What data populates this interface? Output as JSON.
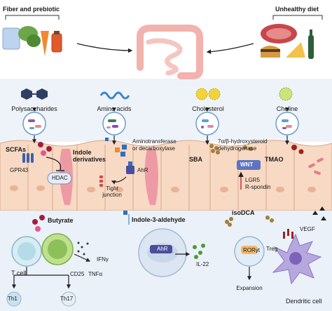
{
  "diet": {
    "fiber_title": "Fiber and prebiotic",
    "unhealthy_title": "Unhealthy diet"
  },
  "sources": {
    "polysaccharides": "Polysaccharides",
    "amino_acids": "Amino acids",
    "cholesterol": "Cholesterol",
    "choline": "Choline"
  },
  "enzymes": {
    "aminotransferase": "Aminotransferase",
    "decarboxylase": "or decarboxylase",
    "hsd_line1": "7α/β-hydroxysteroid",
    "hsd_line2": "dehydrogenase"
  },
  "metabolites": {
    "scfas": "SCFAs",
    "indole_line1": "Indole",
    "indole_line2": "derivatives",
    "sba": "SBA",
    "tmao": "TMAO"
  },
  "epithelium": {
    "gpr43": "GPR43",
    "hdac": "HDAC",
    "ahr": "AhR",
    "tight_line1": "Tight",
    "tight_line2": "junction",
    "wnt": "WNT",
    "lgr5": "LGR5",
    "rspondin": "R-spondin"
  },
  "immune": {
    "butyrate": "Butyrate",
    "t_cell": "T cell",
    "cd25": "CD25",
    "ifng": "IFNγ",
    "tnfa": "TNFα",
    "th1": "Th1",
    "th17": "Th17",
    "indole_aldehyde": "Indole-3-aldehyde",
    "ahr_nucleus": "AhR",
    "il22": "IL-22",
    "isodca": "isoDCA",
    "rorgt": "RORγt",
    "treg": "Treg",
    "expansion": "Expansion",
    "vegf": "VEGF",
    "dendritic": "Dendritic cell"
  },
  "colors": {
    "lumen_bg": "#eef3f9",
    "epithelium": "#f7d9c4",
    "lamina": "#eaf1f8",
    "intestine": "#f2b2ad",
    "scfa_red": "#a21d3c",
    "indole_blue": "#2f6fbf",
    "sba_brown": "#a37d3e",
    "tmao_red": "#9b2222",
    "ahr_purple": "#4a4e9c"
  }
}
